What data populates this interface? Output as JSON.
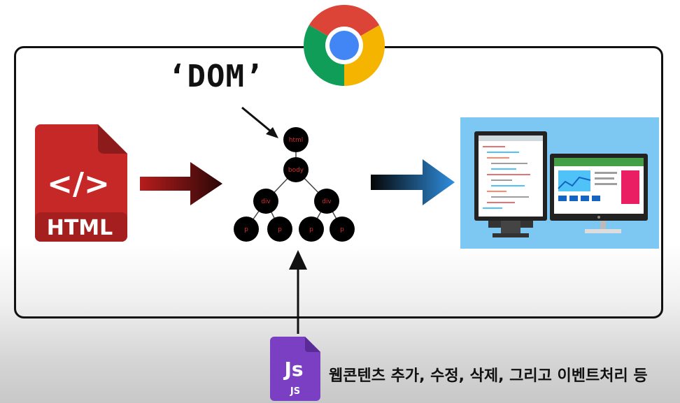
{
  "dom_label": "‘DOM’",
  "html_file": {
    "symbol": "</>",
    "label": "HTML"
  },
  "tree": {
    "root": "html",
    "child": "body",
    "branches": [
      "div",
      "div"
    ],
    "leaves": [
      "p",
      "p",
      "p",
      "p"
    ]
  },
  "js_file": {
    "symbol": "Js",
    "label": "JS"
  },
  "caption": "웹콘텐츠 추가, 수정, 삭제, 그리고 이벤트처리 등",
  "colors": {
    "html_red": "#c62828",
    "js_purple": "#7b3fc4",
    "node_fill": "#000000",
    "node_text": "#d32f2f",
    "screen_bg": "#7cc8f3"
  },
  "icons": [
    "chrome-logo-icon",
    "html-file-icon",
    "js-file-icon",
    "arrow-right-icon",
    "arrow-up-icon",
    "monitor-icon"
  ]
}
